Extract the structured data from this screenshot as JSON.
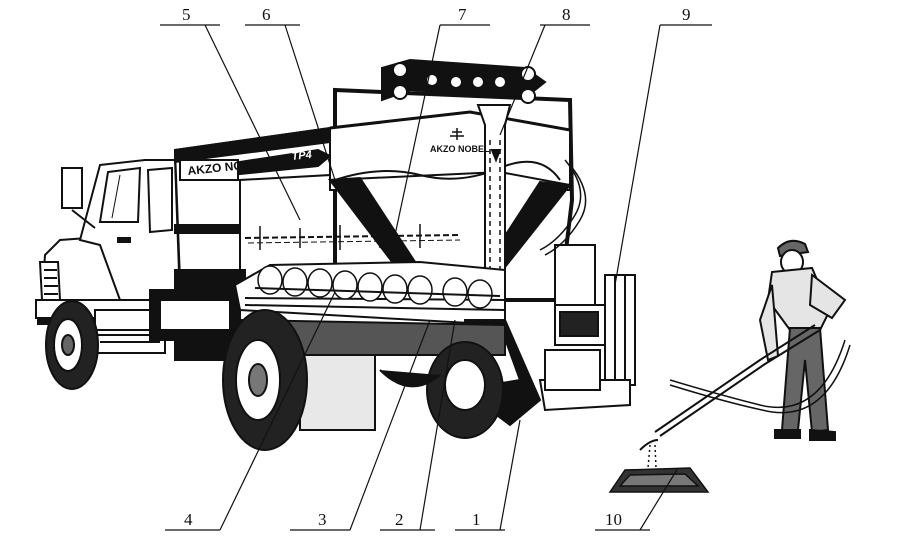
{
  "diagram": {
    "brand_truck": "AKZO NOBEL",
    "model_tag": "TP4",
    "brand_hopper": "AKZO NOBEL",
    "callouts": [
      {
        "id": "5",
        "label": "5"
      },
      {
        "id": "6",
        "label": "6"
      },
      {
        "id": "7",
        "label": "7"
      },
      {
        "id": "8",
        "label": "8"
      },
      {
        "id": "9",
        "label": "9"
      },
      {
        "id": "4",
        "label": "4"
      },
      {
        "id": "3",
        "label": "3"
      },
      {
        "id": "2",
        "label": "2"
      },
      {
        "id": "1",
        "label": "1"
      },
      {
        "id": "10",
        "label": "10"
      }
    ]
  }
}
